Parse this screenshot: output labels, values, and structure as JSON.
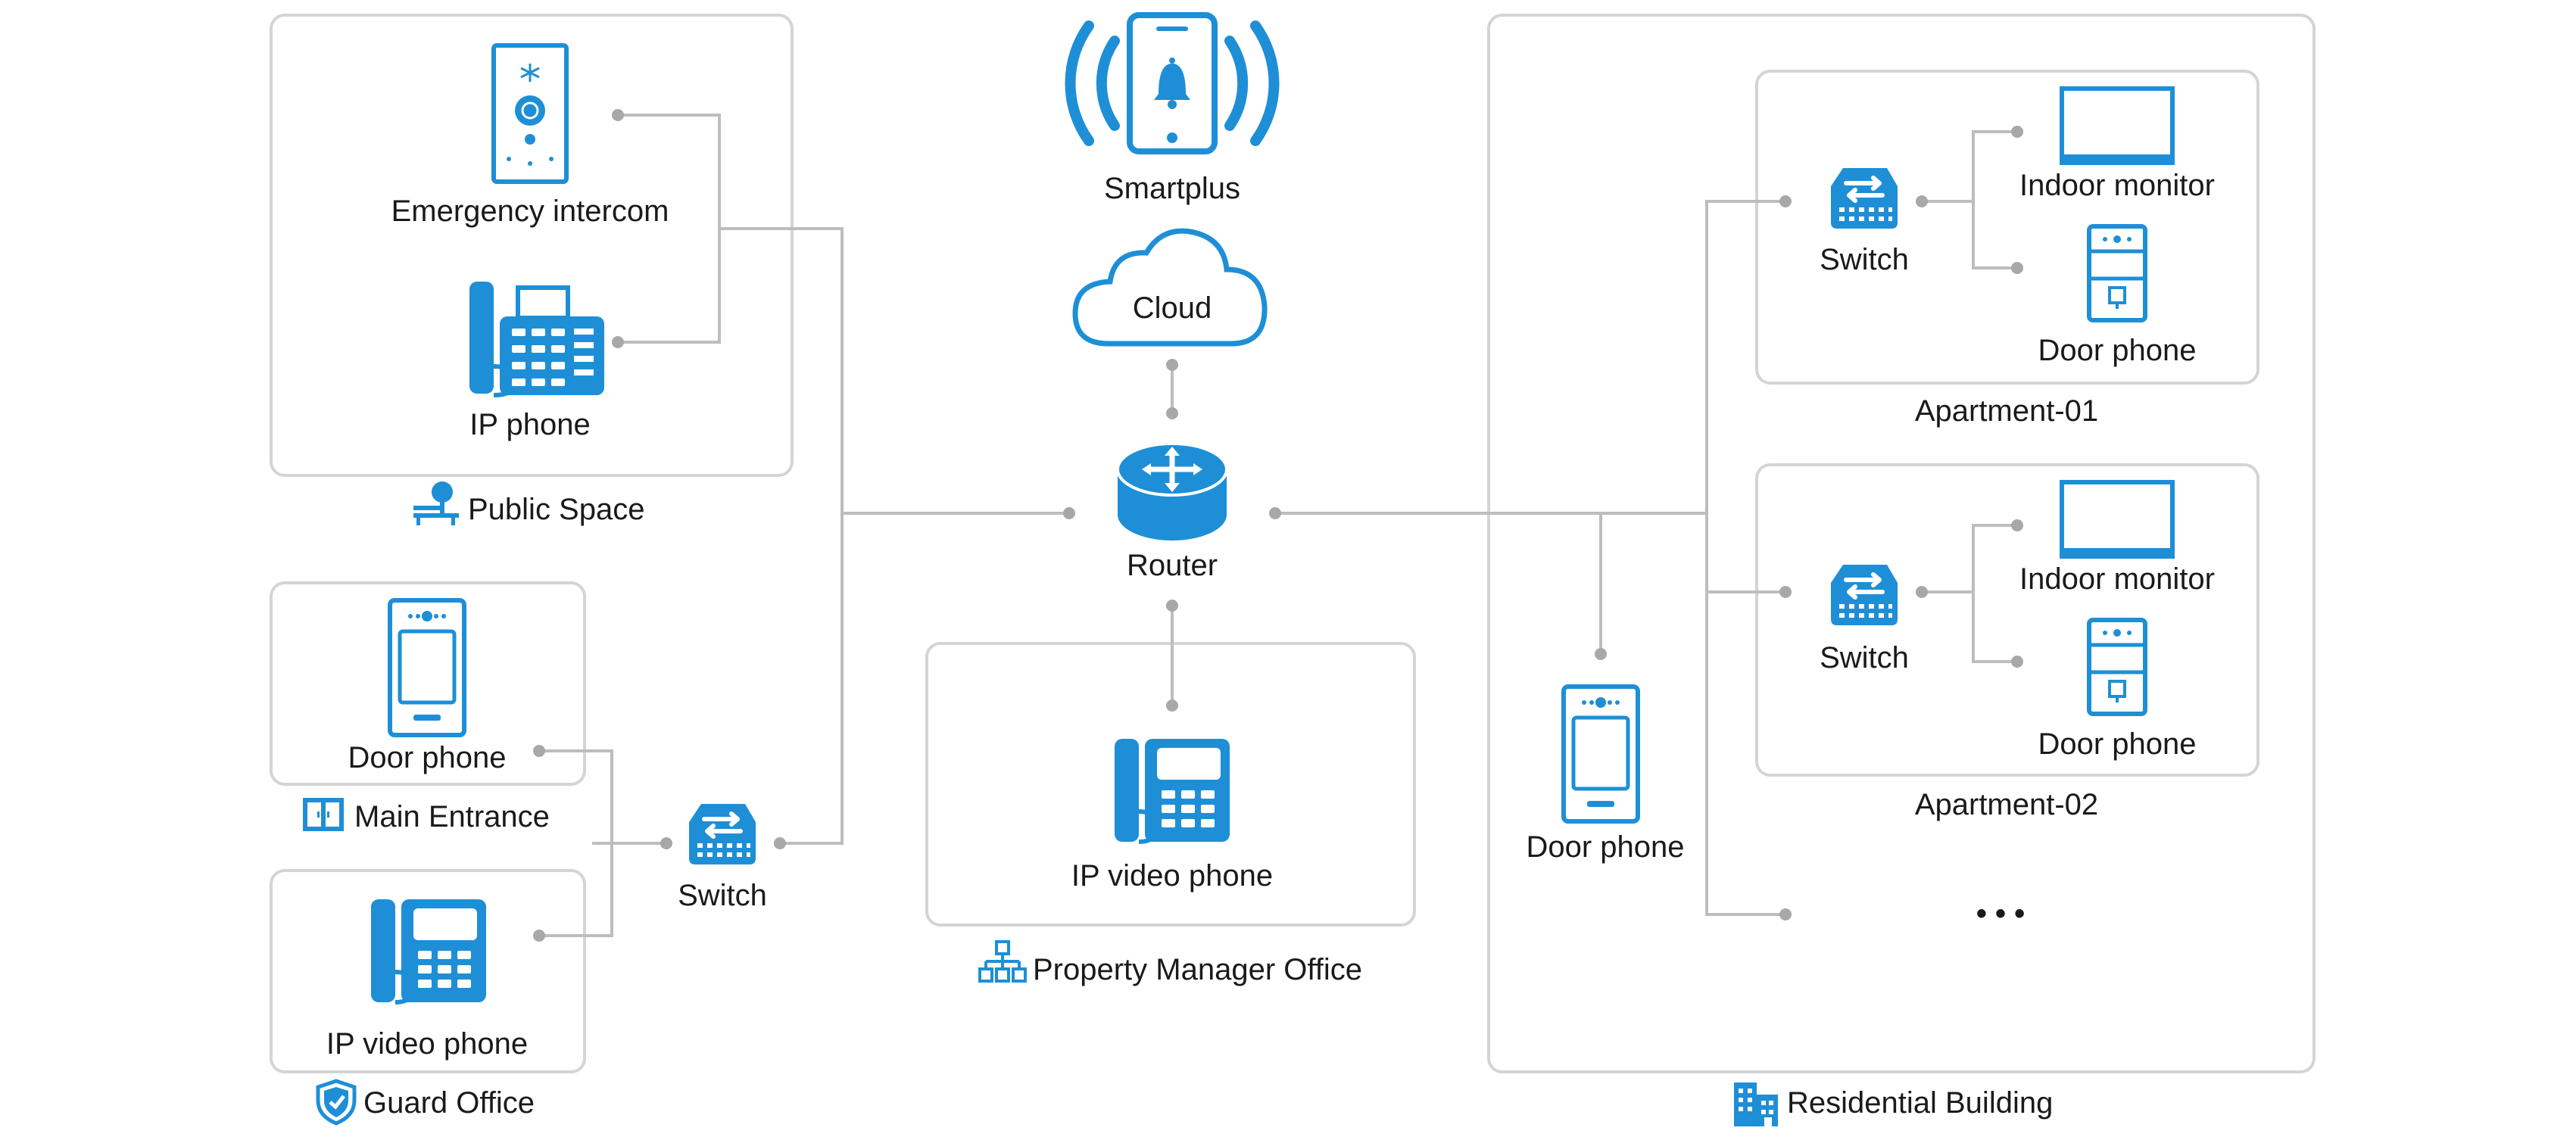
{
  "zones": {
    "public_space": "Public Space",
    "main_entrance": "Main Entrance",
    "guard_office": "Guard Office",
    "property_manager_office": "Property Manager Office",
    "residential_building": "Residential Building"
  },
  "devices": {
    "smartplus": "Smartplus",
    "cloud": "Cloud",
    "router": "Router",
    "emergency_intercom": "Emergency intercom",
    "public_ip_phone": "IP phone",
    "entrance_door_phone": "Door phone",
    "guard_ip_video_phone": "IP video phone",
    "left_switch": "Switch",
    "manager_ip_video_phone": "IP video phone",
    "building_door_phone": "Door phone",
    "apt1_switch": "Switch",
    "apt1_indoor_monitor": "Indoor monitor",
    "apt1_door_phone": "Door phone",
    "apt2_switch": "Switch",
    "apt2_indoor_monitor": "Indoor monitor",
    "apt2_door_phone": "Door phone",
    "more": "• • •"
  },
  "apartments": {
    "apt1": "Apartment-01",
    "apt2": "Apartment-02"
  },
  "colors": {
    "accent": "#1e8fd6",
    "frame": "#d4d4d4",
    "line": "#bdbdbd"
  }
}
